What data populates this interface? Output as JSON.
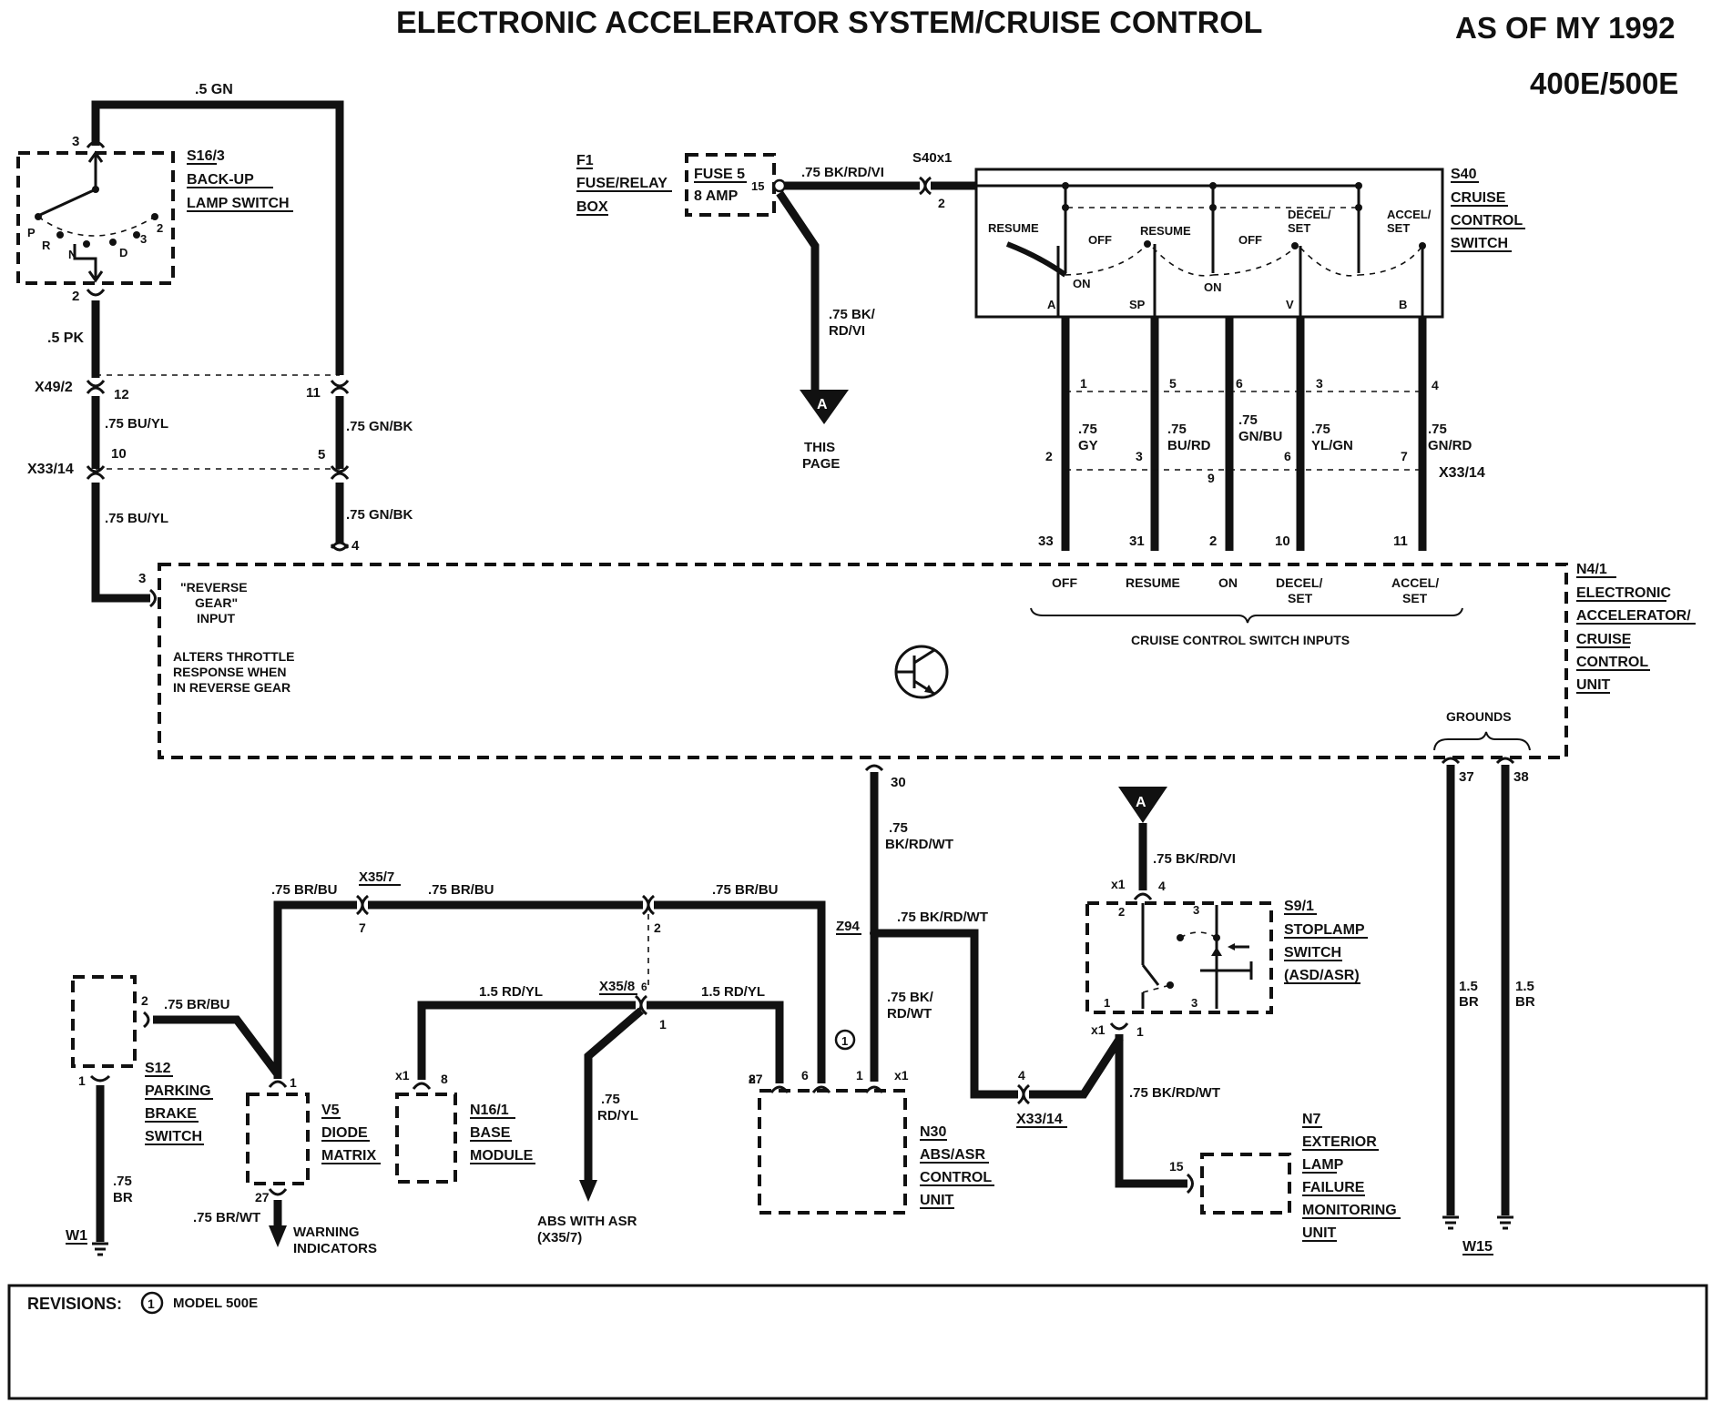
{
  "header": {
    "title": "ELECTRONIC ACCELERATOR SYSTEM/CRUISE CONTROL",
    "as_of": "AS OF MY 1992",
    "models": "400E/500E"
  },
  "components": {
    "s16_3": {
      "id": "S16/3",
      "line1": "BACK-UP",
      "line2": "LAMP SWITCH",
      "positions": [
        "P",
        "R",
        "N",
        "D",
        "3",
        "2"
      ]
    },
    "f1": {
      "id": "F1",
      "line1": "FUSE/RELAY",
      "line2": "BOX",
      "fuse": "FUSE 5",
      "amp": "8 AMP"
    },
    "s40": {
      "id": "S40",
      "line1": "CRUISE",
      "line2": "CONTROL",
      "line3": "SWITCH",
      "connector": "S40x1",
      "labels": [
        "RESUME",
        "OFF",
        "RESUME",
        "OFF",
        "DECEL/",
        "SET",
        "ACCEL/",
        "SET",
        "ON",
        "ON"
      ],
      "terminals": [
        "A",
        "SP",
        "V",
        "B"
      ]
    },
    "n4_1": {
      "id": "N4/1",
      "line1": "ELECTRONIC",
      "line2": "ACCELERATOR/",
      "line3": "CRUISE",
      "line4": "CONTROL",
      "line5": "UNIT",
      "reverse1": "\"REVERSE",
      "reverse2": "GEAR\"",
      "reverse3": "INPUT",
      "alters1": "ALTERS THROTTLE",
      "alters2": "RESPONSE WHEN",
      "alters3": "IN REVERSE GEAR",
      "inputs": [
        "OFF",
        "RESUME",
        "ON",
        "DECEL/",
        "SET",
        "ACCEL/",
        "SET"
      ],
      "inputs_caption": "CRUISE CONTROL SWITCH INPUTS",
      "grounds": "GROUNDS"
    },
    "s12": {
      "id": "S12",
      "line1": "PARKING",
      "line2": "BRAKE",
      "line3": "SWITCH"
    },
    "v5": {
      "id": "V5",
      "line1": "DIODE",
      "line2": "MATRIX"
    },
    "n16_1": {
      "id": "N16/1",
      "line1": "BASE",
      "line2": "MODULE"
    },
    "n30": {
      "id": "N30",
      "line1": "ABS/ASR",
      "line2": "CONTROL",
      "line3": "UNIT"
    },
    "s9_1": {
      "id": "S9/1",
      "line1": "STOPLAMP",
      "line2": "SWITCH",
      "line3": "(ASD/ASR)"
    },
    "n7": {
      "id": "N7",
      "line1": "EXTERIOR",
      "line2": "LAMP",
      "line3": "FAILURE",
      "line4": "MONITORING",
      "line5": "UNIT"
    }
  },
  "connectors": {
    "x49_2": "X49/2",
    "x33_14": "X33/14",
    "x35_7": "X35/7",
    "x35_8": "X35/8",
    "z94": "Z94",
    "x1": "x1",
    "w1": "W1",
    "w15": "W15"
  },
  "wires": {
    "gn_05": ".5 GN",
    "pk_05": ".5 PK",
    "bu_yl": ".75 BU/YL",
    "gn_bk": ".75 GN/BK",
    "bk_rd_vi": ".75 BK/RD/VI",
    "bk_rd_vi_a": ".75 BK/",
    "bk_rd_vi_b": "RD/VI",
    "w075": ".75",
    "gy": "GY",
    "bu_rd": "BU/RD",
    "gn_bu": "GN/BU",
    "yl_gn": "YL/GN",
    "gn_rd": "GN/RD",
    "bk_rd_wt": "BK/RD/WT",
    "bk_rd_wt_full": ".75 BK/RD/WT",
    "bk_short": ".75 BK/",
    "rd_wt": "RD/WT",
    "br_bu": ".75 BR/BU",
    "rd_yl_15": "1.5 RD/YL",
    "rd_yl": "RD/YL",
    "br": "BR",
    "br_15": "1.5",
    "br_wt": ".75 BR/WT"
  },
  "pins": [
    "3",
    "2",
    "12",
    "11",
    "10",
    "5",
    "4",
    "15",
    "2",
    "1",
    "5",
    "6",
    "3",
    "4",
    "2",
    "3",
    "9",
    "6",
    "7",
    "33",
    "31",
    "2",
    "10",
    "11",
    "3",
    "30",
    "37",
    "38",
    "7",
    "2",
    "1",
    "2",
    "1",
    "27",
    "6",
    "8",
    "1",
    "8",
    "2",
    "4",
    "2",
    "1",
    "1",
    "4",
    "3",
    "15"
  ],
  "references": {
    "a": "A",
    "this_page1": "THIS",
    "this_page2": "PAGE",
    "abs_asr1": "ABS WITH ASR",
    "abs_asr2": "(X35/7)",
    "warning1": "WARNING",
    "warning2": "INDICATORS",
    "circle": "1"
  },
  "revisions": {
    "label": "REVISIONS:",
    "num": "1",
    "text": "MODEL 500E"
  }
}
